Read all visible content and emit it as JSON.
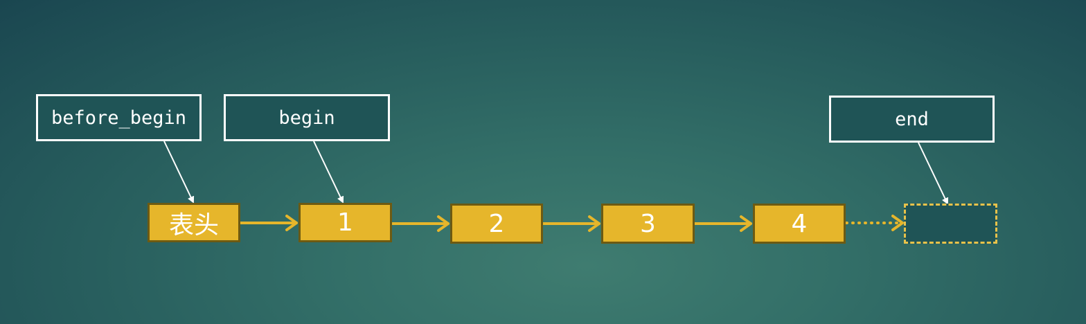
{
  "pointers": {
    "before_begin": "before_begin",
    "begin": "begin",
    "end": "end"
  },
  "nodes": {
    "head": "表头",
    "n1": "1",
    "n2": "2",
    "n3": "3",
    "n4": "4"
  },
  "colors": {
    "node_fill": "#e6b62b",
    "node_border": "#6d5a12",
    "arrow": "#e6b62b",
    "pointer_border": "#ffffff",
    "pointer_fill": "#1f5456",
    "empty_node_border": "#e8c24a"
  }
}
